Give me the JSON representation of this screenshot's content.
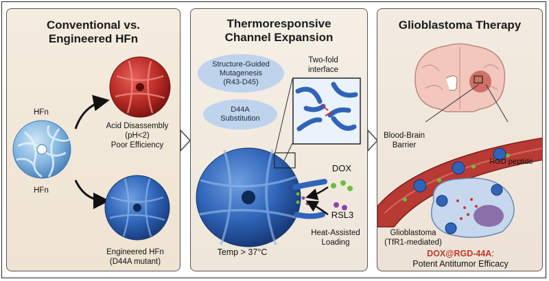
{
  "panel1": {
    "title_line1": "Conventional vs.",
    "title_line2": "Engineered HFn",
    "hfn_label_top": "HFn",
    "hfn_label_bottom": "HFn",
    "acid_line1": "Acid Disassembly",
    "acid_line2": "(pH<2)",
    "acid_line3": "Poor Efficiency",
    "eng_line1": "Engineered HFn",
    "eng_line2": "(D44A mutant)"
  },
  "panel2": {
    "title_line1": "Thermoresponsive",
    "title_line2": "Channel Expansion",
    "pill1_line1": "Structure-Guided",
    "pill1_line2": "Mutagenesis",
    "pill1_line3": "(R43-D45)",
    "pill2_line1": "D44A",
    "pill2_line2": "Substitution",
    "twofold_line1": "Two-fold",
    "twofold_line2": "interface",
    "dox": "DOX",
    "rsl3": "RSL3",
    "heat_line1": "Heat-Assisted",
    "heat_line2": "Loading",
    "temp": "Temp > 37°C"
  },
  "panel3": {
    "title": "Glioblastoma Therapy",
    "bbb_line1": "Blood-Brain",
    "bbb_line2": "Barrier",
    "rgd": "RGD peptide",
    "gbm_line1": "Glioblastoma",
    "gbm_line2": "(TfR1-mediated)",
    "dox_rgd": "DOX@RGD-44A",
    "dox_rgd_suffix": ":",
    "potent": "Potent Antitumor Efficacy"
  },
  "colors": {
    "accent_red": "#c0392b",
    "protein_blue": "#2f64b8",
    "light_blue": "#86b8e0",
    "cage_red": "#b52a22",
    "vessel_red": "#b83a35",
    "dox_green": "#6abf3a",
    "rsl3_purple": "#8e44ad"
  },
  "icons": [
    "arrow-icon",
    "chevron-right-icon",
    "ferritin-cage-icon",
    "brain-icon",
    "blood-vessel-icon",
    "tumor-cell-icon"
  ]
}
